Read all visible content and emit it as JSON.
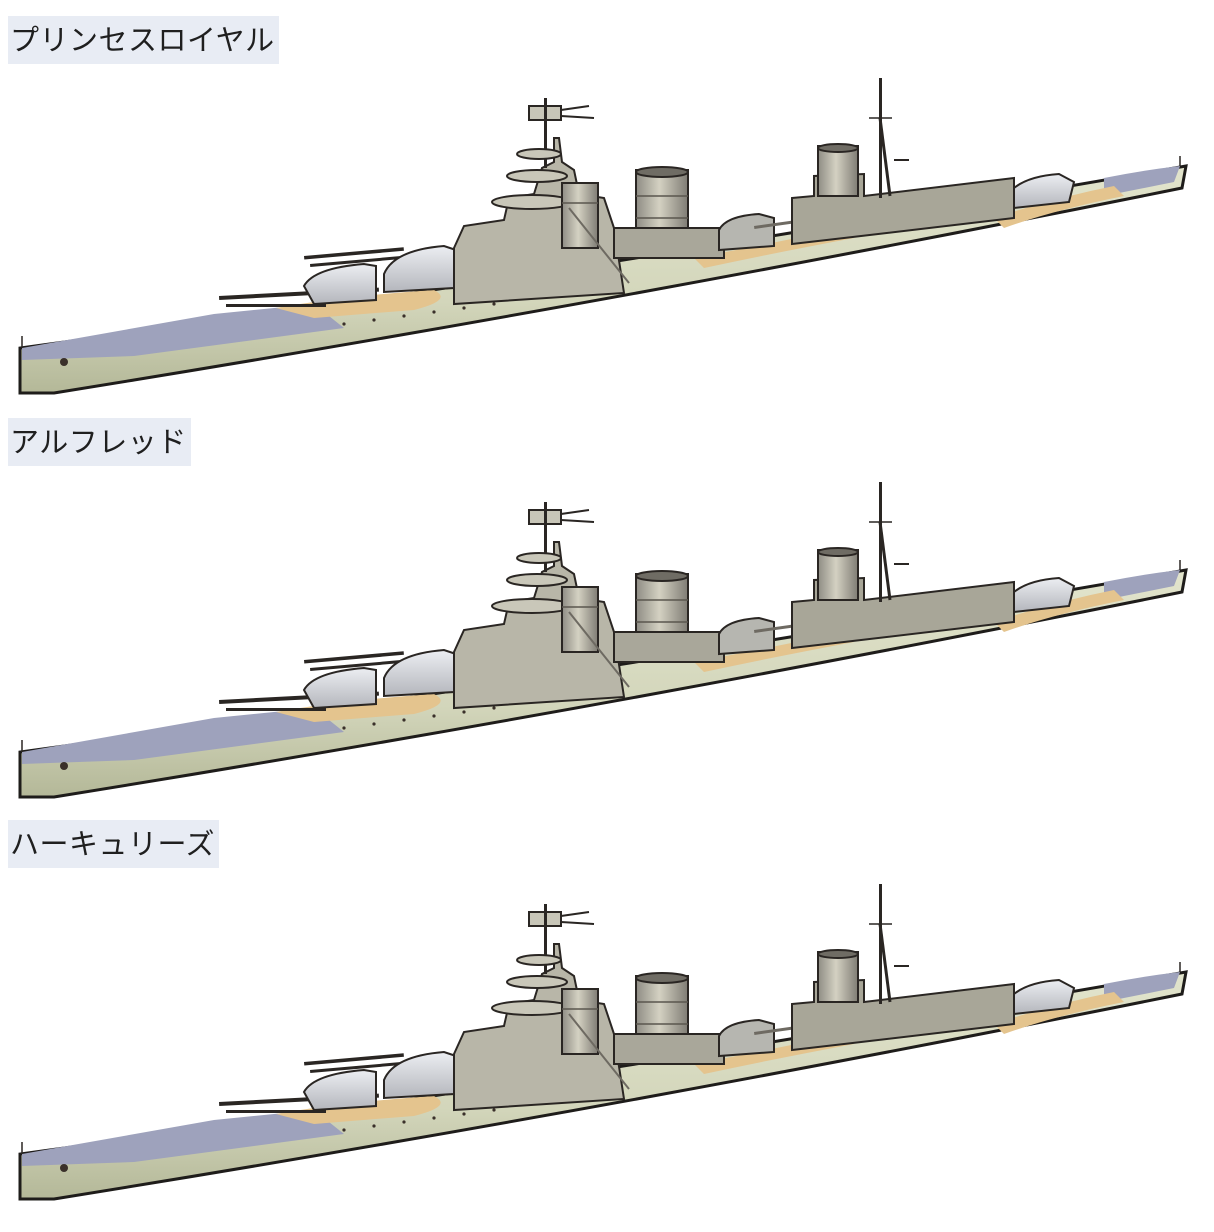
{
  "ships": [
    {
      "name": "プリンセスロイヤル",
      "image": "battlecruiser-illustration"
    },
    {
      "name": "アルフレッド",
      "image": "battlecruiser-illustration"
    },
    {
      "name": "ハーキュリーズ",
      "image": "battlecruiser-illustration"
    }
  ],
  "colors": {
    "label_bg": "#e8ecf4",
    "hull": "#d6dac0",
    "hull_shadow": "#b9bd9f",
    "foredeck": "#9ea2bc",
    "wood_deck": "#e4c48e",
    "superstructure": "#b8b6a8",
    "dark": "#2a2623"
  }
}
